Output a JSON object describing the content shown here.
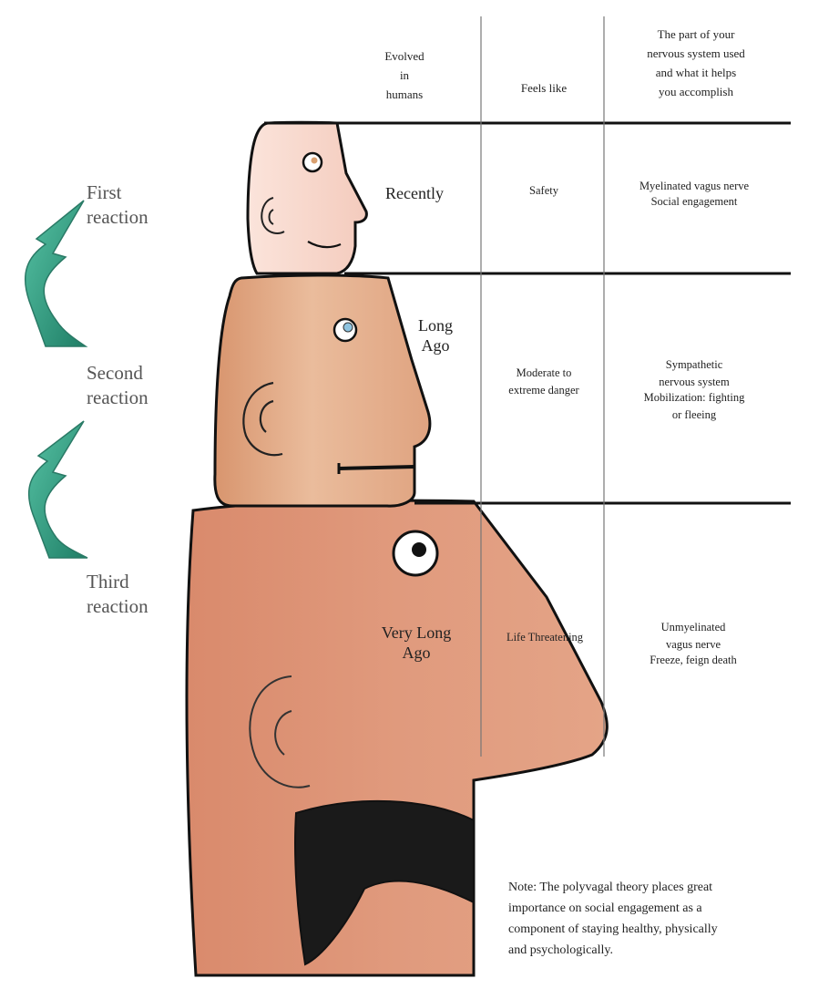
{
  "headers": {
    "evolved": [
      "Evolved",
      "in",
      "humans"
    ],
    "feels_like": [
      "Feels like"
    ],
    "nervous_system": [
      "The part of your",
      "nervous system used",
      "and what it helps",
      "you accomplish"
    ]
  },
  "reactions": [
    {
      "label": [
        "First",
        "reaction"
      ],
      "evolved": [
        "Recently"
      ],
      "feels_like": [
        "Safety"
      ],
      "system": [
        "Myelinated vagus nerve",
        "",
        "Social engagement"
      ]
    },
    {
      "label": [
        "Second",
        "reaction"
      ],
      "evolved": [
        "Long",
        "Ago"
      ],
      "feels_like": [
        "Moderate to",
        "extreme danger"
      ],
      "system": [
        "Sympathetic",
        "nervous system",
        "",
        "Mobilization: fighting",
        "or fleeing"
      ]
    },
    {
      "label": [
        "Third",
        "reaction"
      ],
      "evolved": [
        "Very Long",
        "Ago"
      ],
      "feels_like": [
        "Life Threatening"
      ],
      "system": [
        "Unmyelinated",
        "vagus nerve",
        "",
        "Freeze, feign death"
      ]
    }
  ],
  "note": [
    "Note: The polyvagal theory places great",
    "importance on social engagement as a",
    "component of staying healthy, physically",
    "and psychologically."
  ],
  "colors": {
    "head_top": "#f6d2c6",
    "head_middle": "#e3a983",
    "head_bottom": "#dd9072",
    "arrow": "#2e9c80",
    "line": "#111111"
  },
  "icons": [
    "curved-arrow-icon",
    "face-icon"
  ]
}
